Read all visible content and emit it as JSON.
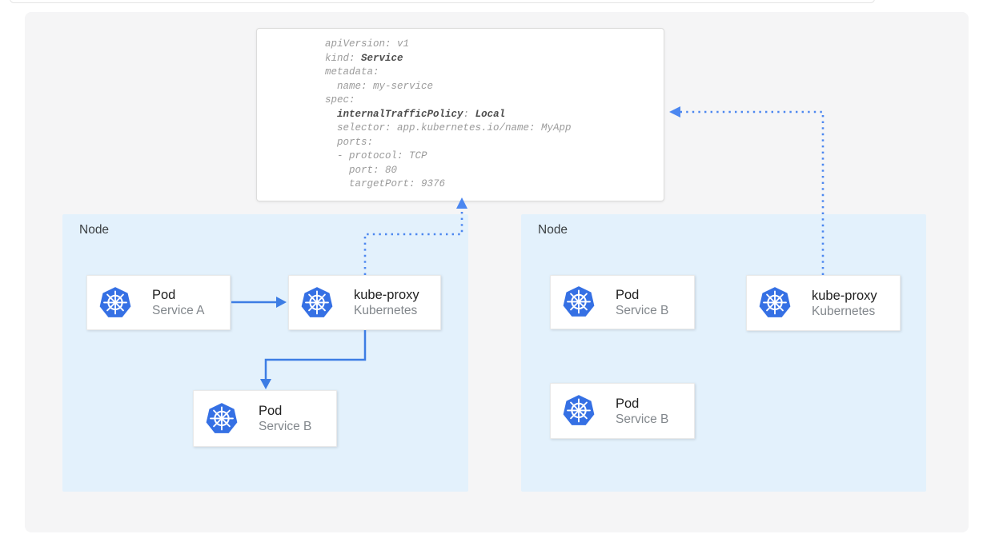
{
  "colors": {
    "node_bg": "#e3f1fc",
    "logo_blue": "#3570e4",
    "arrow_solid": "#3d7de4",
    "arrow_dotted": "#4c87f0",
    "panel_bg": "#f5f5f6",
    "code_text": "#9b9b9b",
    "code_bold": "#4d4d4d"
  },
  "code_block": {
    "lines": {
      "l1": {
        "s1": "apiVersion: v1"
      },
      "l2": {
        "s1": "kind: ",
        "s2": "Service"
      },
      "l3": {
        "s1": "metadata:"
      },
      "l4": {
        "s1": "  name: my-service"
      },
      "l5": {
        "s1": "spec:"
      },
      "l6": {
        "s1": "  ",
        "s2": "internalTrafficPolicy",
        "s3": ": ",
        "s4": "Local"
      },
      "l7": {
        "s1": "  selector: app.kubernetes.io/name: MyApp"
      },
      "l8": {
        "s1": "  ports:"
      },
      "l9": {
        "s1": "  - protocol: TCP"
      },
      "l10": {
        "s1": "    port: 80"
      },
      "l11": {
        "s1": "    targetPort: 9376"
      }
    }
  },
  "nodes": {
    "left": {
      "label": "Node",
      "cards": {
        "pod_a": {
          "title": "Pod",
          "subtitle": "Service A"
        },
        "kube_proxy": {
          "title": "kube-proxy",
          "subtitle": "Kubernetes"
        },
        "pod_b": {
          "title": "Pod",
          "subtitle": "Service B"
        }
      }
    },
    "right": {
      "label": "Node",
      "cards": {
        "pod_b1": {
          "title": "Pod",
          "subtitle": "Service B"
        },
        "kube_proxy": {
          "title": "kube-proxy",
          "subtitle": "Kubernetes"
        },
        "pod_b2": {
          "title": "Pod",
          "subtitle": "Service B"
        }
      }
    }
  }
}
